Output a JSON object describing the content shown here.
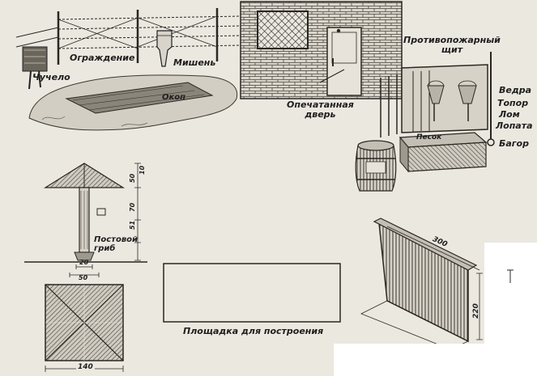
{
  "labels": {
    "fence": "Ограждение",
    "target": "Мишень",
    "dummy": "Чучело",
    "trench": "Окоп",
    "sealed_door": "Опечатанная\nдверь",
    "fire_board": "Противопожарный\nщит",
    "buckets": "Ведра",
    "axe": "Топор",
    "crowbar": "Лом",
    "shovel": "Лопата",
    "hook": "Багор",
    "sand": "Песок",
    "sentry_mushroom": "Постовой\nгриб",
    "drill_area": "Площадка для построения"
  },
  "dimensions": {
    "mushroom_roof": "50",
    "mushroom_roof_top": "10",
    "mushroom_post_upper": "70",
    "mushroom_post_lower": "51",
    "mushroom_post_width": "20",
    "mushroom_base_width": "50",
    "mushroom_plan_width": "140",
    "board_length": "300",
    "board_height": "220"
  },
  "colors": {
    "paper": "#ebe8e0",
    "ink": "#1e1e1e",
    "blank": "#ffffff"
  }
}
